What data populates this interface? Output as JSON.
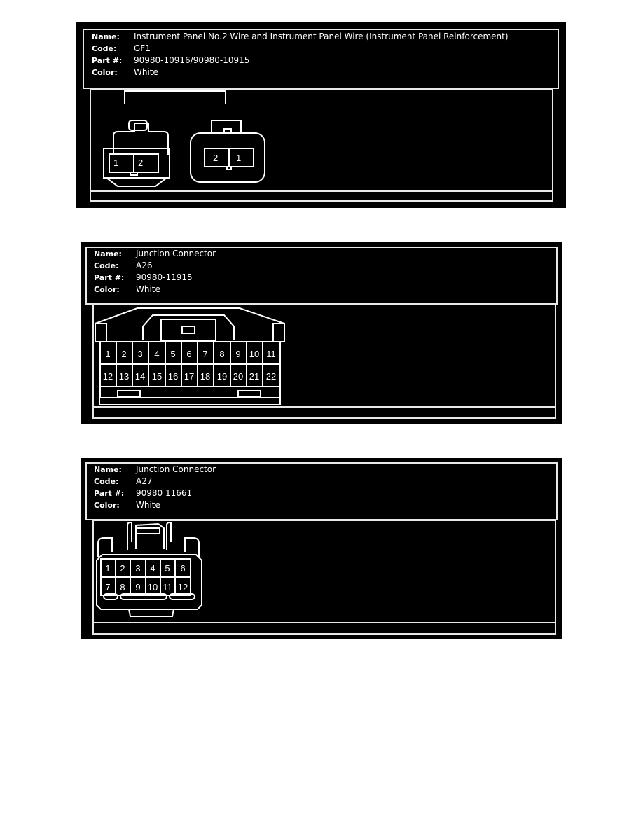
{
  "labels": {
    "name": "Name:",
    "code": "Code:",
    "part": "Part #:",
    "color": "Color:"
  },
  "connectors": [
    {
      "name": "Instrument Panel No.2 Wire and Instrument Panel Wire (Instrument Panel Reinforcement)",
      "code": "GF1",
      "part": "90980-10916/90980-10915",
      "color": "White",
      "left_pins": [
        "1",
        "2"
      ],
      "right_pins": [
        "2",
        "1"
      ]
    },
    {
      "name": "Junction Connector",
      "code": "A26",
      "part": "90980-11915",
      "color": "White",
      "pins_row1": [
        "1",
        "2",
        "3",
        "4",
        "5",
        "6",
        "7",
        "8",
        "9",
        "10",
        "11"
      ],
      "pins_row2": [
        "12",
        "13",
        "14",
        "15",
        "16",
        "17",
        "18",
        "19",
        "20",
        "21",
        "22"
      ]
    },
    {
      "name": "Junction Connector",
      "code": "A27",
      "part": "90980 11661",
      "color": "White",
      "pins_row1": [
        "1",
        "2",
        "3",
        "4",
        "5",
        "6"
      ],
      "pins_row2": [
        "7",
        "8",
        "9",
        "10",
        "11",
        "12"
      ]
    }
  ]
}
